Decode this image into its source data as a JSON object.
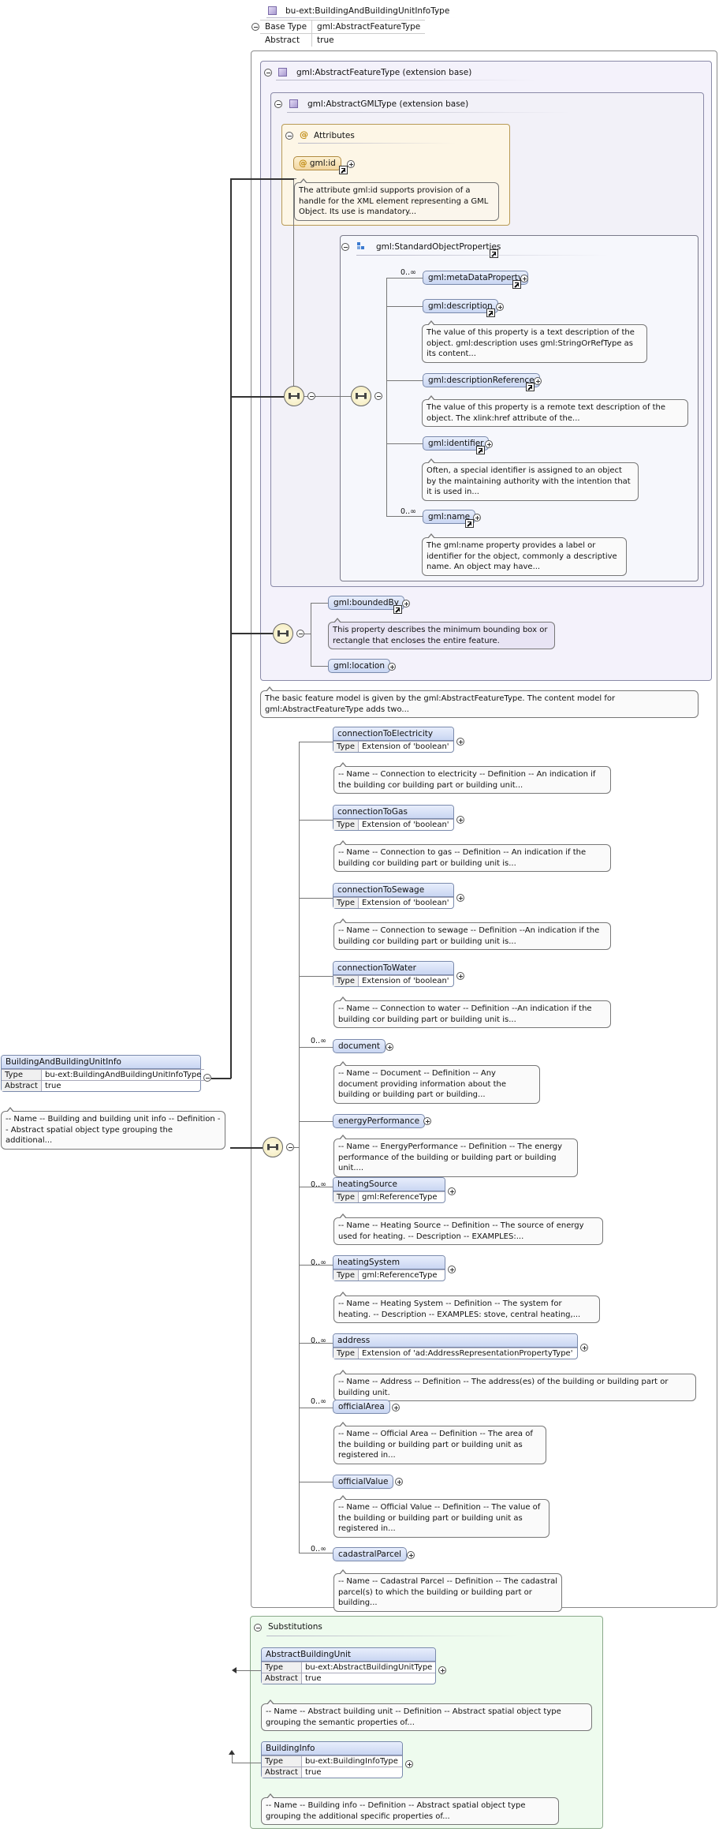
{
  "root": {
    "title": "bu-ext:BuildingAndBuildingUnitInfoType",
    "props": [
      {
        "key": "Base Type",
        "value": "gml:AbstractFeatureType"
      },
      {
        "key": "Abstract",
        "value": "true"
      }
    ]
  },
  "feature_panel": {
    "title": "gml:AbstractFeatureType (extension base)"
  },
  "gml_panel": {
    "title": "gml:AbstractGMLType (extension base)"
  },
  "attributes": {
    "title": "Attributes",
    "gml_id": {
      "name": "gml:id",
      "doc": "The attribute gml:id supports provision of a handle for the XML element representing a GML Object. Its use is mandatory..."
    }
  },
  "std": {
    "title": "gml:StandardObjectProperties",
    "items": [
      {
        "name": "gml:metaDataProperty",
        "mult": "0..∞",
        "doc": ""
      },
      {
        "name": "gml:description",
        "mult": "",
        "doc": "The value of this property is a text description of the object. gml:description uses gml:StringOrRefType as its content..."
      },
      {
        "name": "gml:descriptionReference",
        "mult": "",
        "doc": "The value of this property is a remote text description of the object. The xlink:href attribute of the..."
      },
      {
        "name": "gml:identifier",
        "mult": "",
        "doc": "Often, a special identifier is assigned to an object by the maintaining authority with the intention that it is used in..."
      },
      {
        "name": "gml:name",
        "mult": "0..∞",
        "doc": "The gml:name property provides a label or identifier for the object, commonly a descriptive name. An object may have..."
      }
    ]
  },
  "bounded": {
    "name": "gml:boundedBy",
    "doc": "This property describes the minimum bounding box or rectangle that encloses the entire feature."
  },
  "location": {
    "name": "gml:location"
  },
  "feature_doc": "The basic feature model is given by the gml:AbstractFeatureType. The content model for gml:AbstractFeatureType adds two...",
  "labels": {
    "type": "Type",
    "abstract": "Abstract"
  },
  "elements": [
    {
      "name": "connectionToElectricity",
      "mult": "",
      "type": "Extension of 'boolean'",
      "doc": "-- Name -- Connection to electricity -- Definition -- An indication if the building cor building part or building unit..."
    },
    {
      "name": "connectionToGas",
      "mult": "",
      "type": "Extension of 'boolean'",
      "doc": "-- Name -- Connection to gas -- Definition -- An indication if the building cor building part or building unit is..."
    },
    {
      "name": "connectionToSewage",
      "mult": "",
      "type": "Extension of 'boolean'",
      "doc": "-- Name -- Connection to sewage -- Definition --An indication if the building cor building part or building unit is..."
    },
    {
      "name": "connectionToWater",
      "mult": "",
      "type": "Extension of 'boolean'",
      "doc": "-- Name -- Connection to water -- Definition --An indication if the building cor building part or building unit is..."
    },
    {
      "name": "document",
      "mult": "0..∞",
      "type": "",
      "doc": "-- Name -- Document -- Definition -- Any document providing information about the building or building part or building..."
    },
    {
      "name": "energyPerformance",
      "mult": "",
      "type": "",
      "doc": "-- Name -- EnergyPerformance -- Definition -- The energy performance of the building or building part or building unit...."
    },
    {
      "name": "heatingSource",
      "mult": "0..∞",
      "type": "gml:ReferenceType",
      "doc": "-- Name -- Heating Source -- Definition -- The source of energy used for heating. -- Description -- EXAMPLES:..."
    },
    {
      "name": "heatingSystem",
      "mult": "0..∞",
      "type": "gml:ReferenceType",
      "doc": "-- Name -- Heating System -- Definition -- The system for heating. -- Description -- EXAMPLES: stove, central heating,..."
    },
    {
      "name": "address",
      "mult": "0..∞",
      "type": "Extension of 'ad:AddressRepresentationPropertyType'",
      "doc": "-- Name -- Address -- Definition -- The address(es) of the building or building part or building unit."
    },
    {
      "name": "officialArea",
      "mult": "0..∞",
      "type": "",
      "doc": "-- Name -- Official Area -- Definition -- The area of the building or building part or building unit as registered in..."
    },
    {
      "name": "officialValue",
      "mult": "",
      "type": "",
      "doc": "-- Name -- Official Value -- Definition -- The value of the building or building part or building unit as registered in..."
    },
    {
      "name": "cadastralParcel",
      "mult": "0..∞",
      "type": "",
      "doc": "-- Name -- Cadastral Parcel -- Definition -- The cadastral parcel(s) to which the building or building part or building..."
    }
  ],
  "left_element": {
    "name": "BuildingAndBuildingUnitInfo",
    "type": "bu-ext:BuildingAndBuildingUnitInfoType",
    "abstract": "true",
    "doc": "-- Name -- Building and building unit info -- Definition -- Abstract spatial object type grouping the additional..."
  },
  "substitutions": {
    "title": "Substitutions",
    "items": [
      {
        "name": "AbstractBuildingUnit",
        "type": "bu-ext:AbstractBuildingUnitType",
        "abstract": "true",
        "doc": "-- Name -- Abstract building unit -- Definition -- Abstract spatial object type grouping the semantic properties of..."
      },
      {
        "name": "BuildingInfo",
        "type": "bu-ext:BuildingInfoType",
        "abstract": "true",
        "doc": "-- Name -- Building info -- Definition -- Abstract spatial object type grouping the additional specific properties of..."
      }
    ]
  }
}
